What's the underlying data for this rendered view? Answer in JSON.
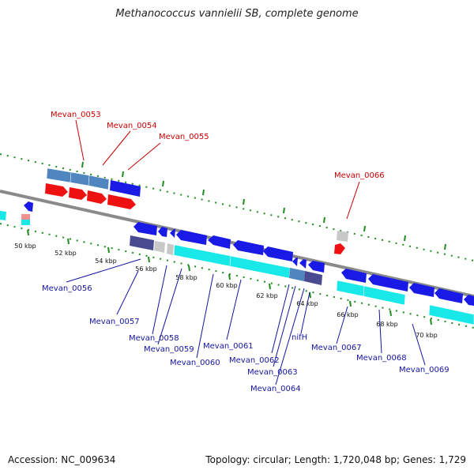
{
  "title": "Methanococcus vannielii SB, complete genome",
  "footer": {
    "accession": "Accession: NC_009634",
    "summary": "Topology: circular; Length: 1,720,048 bp; Genes: 1,729"
  },
  "colors": {
    "backbone": "#8a8a8a",
    "tick_green": "#1e8c1e",
    "gene_blue": "#1a1ae6",
    "gene_red": "#ee1111",
    "gene_cyan": "#19e8e8",
    "gene_steel": "#4f86c0",
    "gene_indigo": "#4a4a90",
    "gene_grey": "#c8c8c8",
    "label_red": "#c80000",
    "label_blue": "#1414a0"
  },
  "scale_labels": [
    "50 kbp",
    "52 kbp",
    "54 kbp",
    "56 kbp",
    "58 kbp",
    "60 kbp",
    "62 kbp",
    "64 kbp",
    "66 kbp",
    "68 kbp",
    "70 kbp"
  ],
  "top_labels": [
    "Mevan_0053",
    "Mevan_0054",
    "Mevan_0055",
    "Mevan_0066"
  ],
  "bottom_labels": [
    "Mevan_0056",
    "Mevan_0057",
    "Mevan_0058",
    "Mevan_0059",
    "Mevan_0060",
    "Mevan_0061",
    "Mevan_0062",
    "Mevan_0063",
    "Mevan_0064",
    "nifH",
    "Mevan_0067",
    "Mevan_0068",
    "Mevan_0069"
  ]
}
